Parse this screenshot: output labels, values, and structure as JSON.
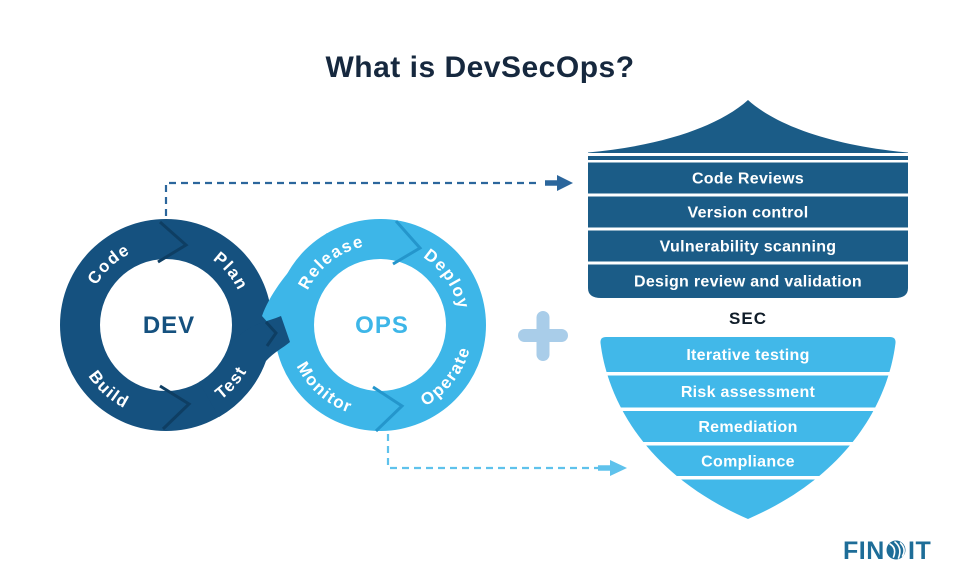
{
  "title": "What is DevSecOps?",
  "infinity_loop": {
    "dev": {
      "label": "DEV",
      "phases": [
        "Code",
        "Plan",
        "Build",
        "Test"
      ]
    },
    "ops": {
      "label": "OPS",
      "phases": [
        "Release",
        "Deploy",
        "Monitor",
        "Operate"
      ]
    }
  },
  "security_shield": {
    "label": "SEC",
    "dev_security_practices": [
      "Code Reviews",
      "Version control",
      "Vulnerability scanning",
      "Design review and validation"
    ],
    "ops_security_practices": [
      "Iterative testing",
      "Risk assessment",
      "Remediation",
      "Compliance"
    ]
  },
  "logo": {
    "brand": "FINOIT",
    "fin": "FIN",
    "it": "IT"
  },
  "colors": {
    "navy": "#15517f",
    "navy_dark": "#0e3e63",
    "light_blue": "#3db6e8",
    "light_blue_dark": "#2496cc",
    "shield_navy": "#1b5c87",
    "shield_light": "#41b8e9",
    "plus_blue": "#a9cde9",
    "title_navy": "#16283e",
    "arrow_navy": "#2b669c",
    "arrow_light": "#5fc2ec",
    "logo_blue": "#1e6d98"
  }
}
